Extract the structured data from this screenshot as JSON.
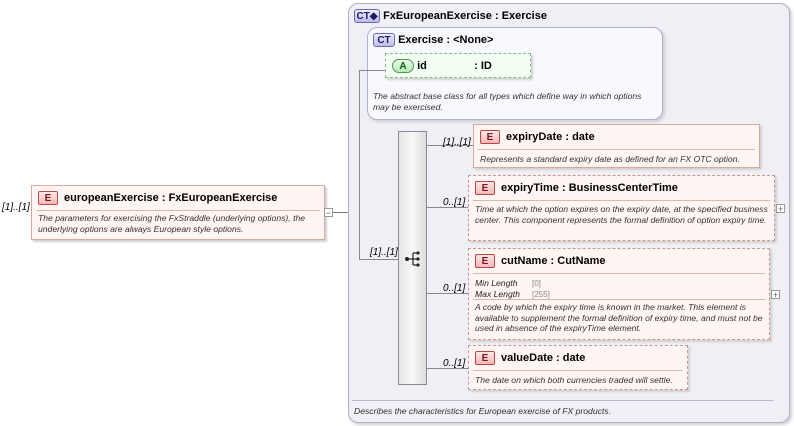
{
  "root": {
    "badge": "E",
    "name": "europeanExercise",
    "type": "FxEuropeanExercise",
    "occurrence": "[1]..[1]",
    "doc": "The parameters for exercising the FxStraddle (underlying options), the underlying options are always European style options.",
    "collapse": "−"
  },
  "complex_type": {
    "badge": "CT◆",
    "name": "FxEuropeanExercise",
    "base": "Exercise",
    "doc": "Describes the characteristics for European exercise of FX products."
  },
  "base_type": {
    "badge": "CT",
    "name": "Exercise",
    "base": "<None>",
    "doc": "The abstract base class for all types which define way in which options may be exercised.",
    "attribute": {
      "badge": "A",
      "name": "id",
      "type": "ID"
    }
  },
  "sequence": {
    "occurrence": "[1]..[1]"
  },
  "children": [
    {
      "badge": "E",
      "name": "expiryDate",
      "type": "date",
      "occurrence": "[1]..[1]",
      "doc": "Represents a standard expiry date as defined for an FX OTC option.",
      "expand": ""
    },
    {
      "badge": "E",
      "name": "expiryTime",
      "type": "BusinessCenterTime",
      "occurrence": "0..[1]",
      "doc": "Time at which the option expires on the expiry date, at the specified business center. This component represents the formal definition of option expiry time.",
      "expand": "+"
    },
    {
      "badge": "E",
      "name": "cutName",
      "type": "CutName",
      "occurrence": "0..[1]",
      "facets": [
        {
          "label": "Min Length",
          "value": "[0]"
        },
        {
          "label": "Max Length",
          "value": "[255]"
        }
      ],
      "doc": "A code by which the expiry time is known in the market. This element is available to supplement the formal definition of expiry time, and must not be used in absence of the expiryTime element.",
      "expand": "+"
    },
    {
      "badge": "E",
      "name": "valueDate",
      "type": "date",
      "occurrence": "0..[1]",
      "doc": "The date on which both currencies traded will settle.",
      "expand": ""
    }
  ],
  "colon": ":"
}
